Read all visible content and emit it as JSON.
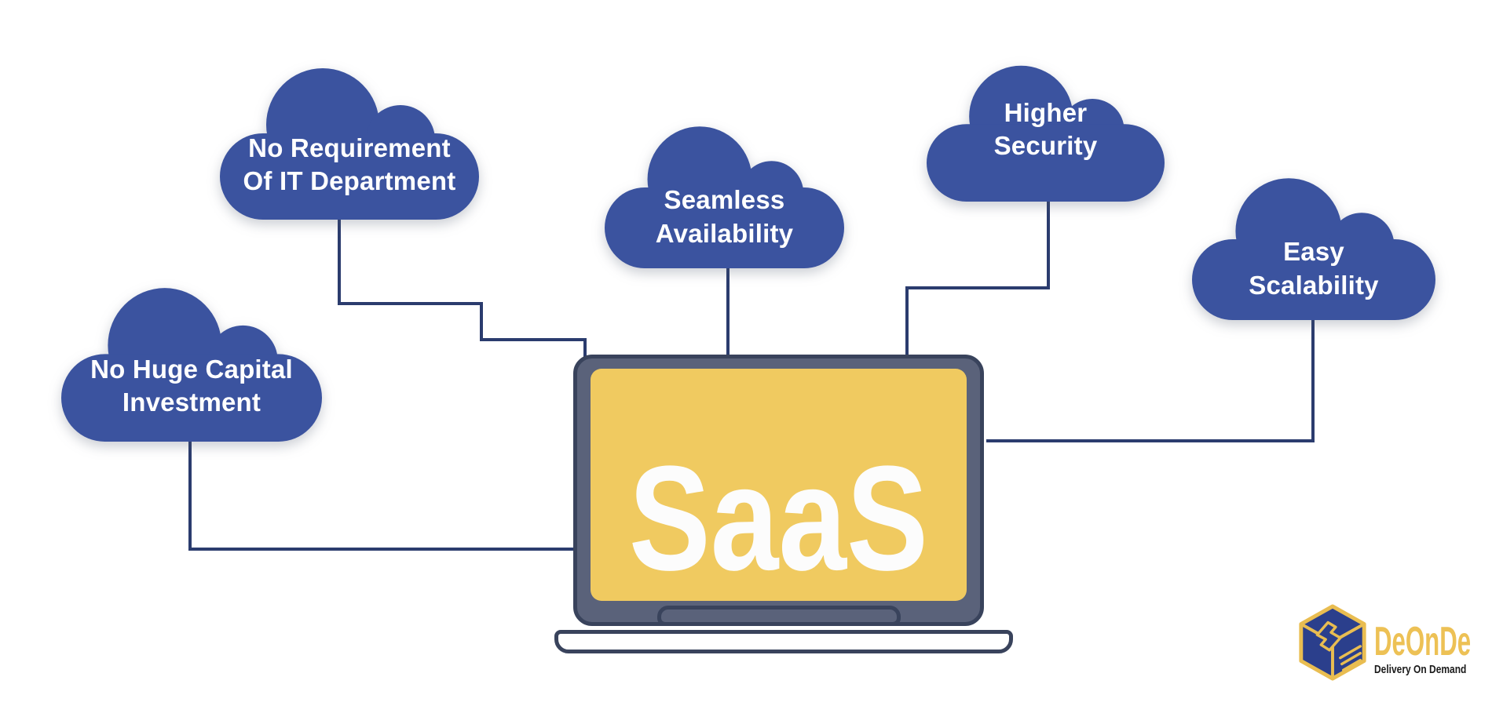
{
  "diagram": {
    "center_label": "SaaS",
    "benefits": [
      "No Requirement Of IT Department",
      "No Huge Capital Investment",
      "Seamless Availability",
      "Higher Security",
      "Easy Scalability"
    ]
  },
  "clouds": [
    {
      "name": "no-requirement-of-it-department",
      "lines": [
        "No Requirement",
        "Of IT Department"
      ]
    },
    {
      "name": "no-huge-capital-investment",
      "lines": [
        "No Huge Capital",
        "Investment"
      ]
    },
    {
      "name": "seamless-availability",
      "lines": [
        "Seamless",
        "Availability"
      ]
    },
    {
      "name": "higher-security",
      "lines": [
        "Higher",
        "Security"
      ]
    },
    {
      "name": "easy-scalability",
      "lines": [
        "Easy",
        "Scalability"
      ]
    }
  ],
  "laptop": {
    "screen_label": "SaaS"
  },
  "logo": {
    "brand": "DeOnDe",
    "tagline": "Delivery On Demand",
    "icon": "isometric-delivery-box"
  },
  "colors": {
    "cloud_blue": "#3B539F",
    "connector_navy": "#2B3C6E",
    "laptop_frame": "#5A627A",
    "laptop_outline": "#39435C",
    "screen_yellow": "#F0CA60",
    "logo_gold": "#EDC155",
    "logo_blue": "#2B3F8C",
    "text_white": "#FFFFFF"
  }
}
